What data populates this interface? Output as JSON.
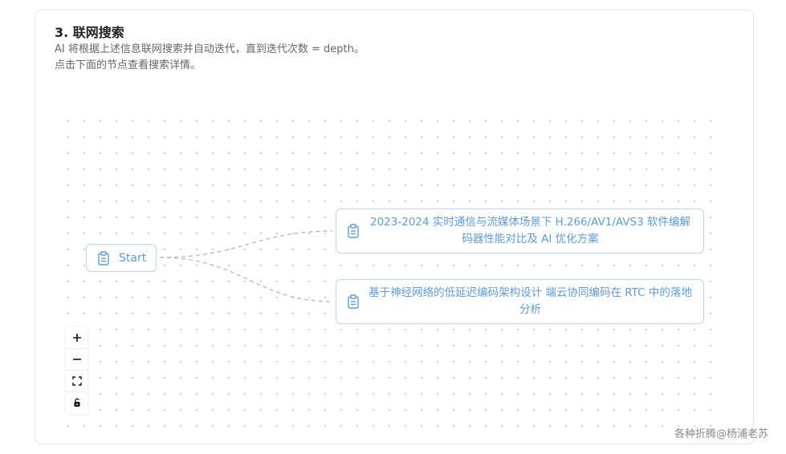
{
  "section": {
    "title": "3. 联网搜索",
    "desc_line1": "AI 将根据上述信息联网搜索并自动迭代，直到迭代次数 = depth。",
    "desc_line2": "点击下面的节点查看搜索详情。"
  },
  "flow": {
    "start_node": {
      "label": "Start",
      "icon": "clipboard-icon"
    },
    "query_nodes": [
      {
        "label": "2023-2024 实时通信与流媒体场景下 H.266/AV1/AVS3 软件编解码器性能对比及 AI 优化方案",
        "icon": "clipboard-icon"
      },
      {
        "label": "基于神经网络的低延迟编码架构设计 端云协同编码在 RTC 中的落地分析",
        "icon": "clipboard-icon"
      }
    ]
  },
  "controls": {
    "zoom_in": "plus-icon",
    "zoom_out": "minus-icon",
    "fit_view": "fit-view-icon",
    "lock": "unlock-icon"
  },
  "colors": {
    "node_border": "#b9d4f2",
    "node_text": "#5b9be0",
    "edge": "#b8b8b8"
  },
  "watermark": "各种折腾@杨浦老苏"
}
